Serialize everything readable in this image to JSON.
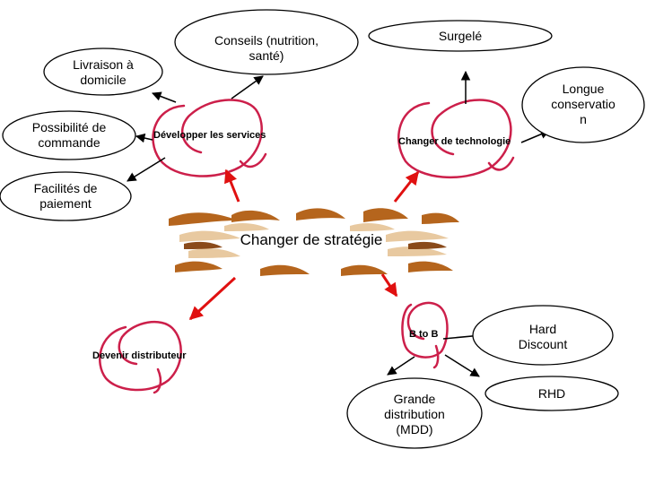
{
  "center": {
    "label": "Changer de stratégie"
  },
  "strategies": {
    "services": "Développer les services",
    "technology": "Changer de technologie",
    "distributor": "Devenir distributeur",
    "btob": "B to B"
  },
  "ovals": {
    "delivery": [
      "Livraison à",
      "domicile"
    ],
    "advice": [
      "Conseils (nutrition,",
      "santé)"
    ],
    "frozen": [
      "Surgelé"
    ],
    "long_storage": [
      "Longue",
      "conservatio",
      "n"
    ],
    "ordering": [
      "Possibilité de",
      "commande"
    ],
    "payment": [
      "Facilités de",
      "paiement"
    ],
    "hard_discount": [
      "Hard",
      "Discount"
    ],
    "rhd": [
      "RHD"
    ],
    "mass_retail": [
      "Grande",
      "distribution",
      "(MDD)"
    ]
  },
  "colors": {
    "q_stroke": "#cc1f4a",
    "arrow_red": "#e01010",
    "center_brown": "#b5651d",
    "center_cream": "#e8c9a0"
  }
}
